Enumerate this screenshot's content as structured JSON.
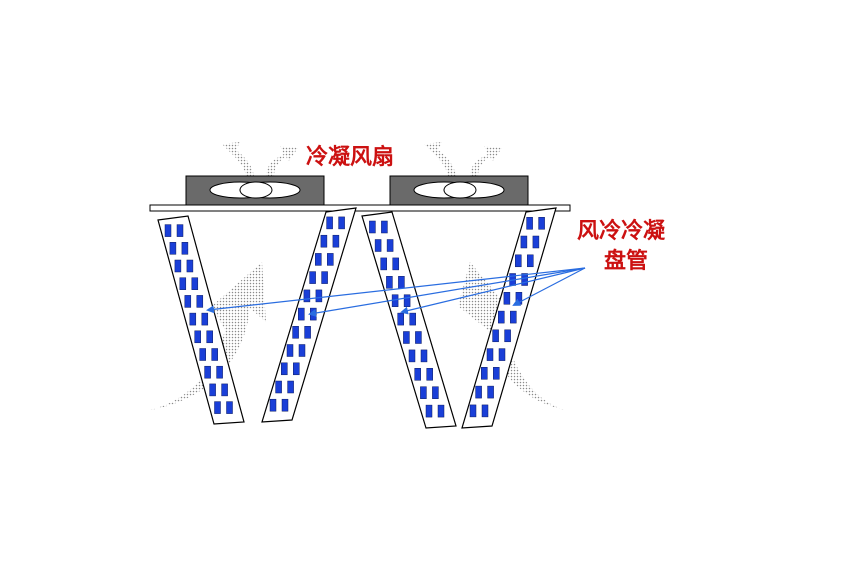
{
  "labels": {
    "fan": "冷凝风扇",
    "coil_line1": "风冷冷凝",
    "coil_line2": "盘管"
  },
  "colors": {
    "label_red": "#cc1111",
    "fan_housing": "#6a6a6a",
    "tube_blue": "#1a3fd8",
    "pointer_blue": "#2a6de0",
    "airflow_dots": "#8a8a8a"
  },
  "components": {
    "fan_count": 2,
    "coil_count": 4
  }
}
